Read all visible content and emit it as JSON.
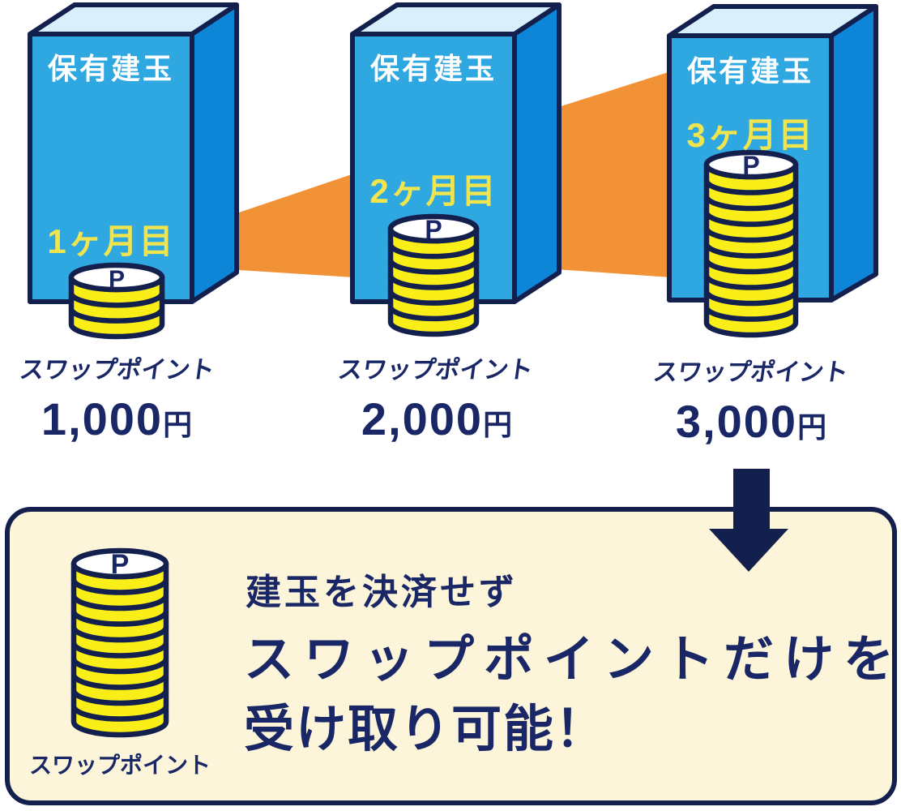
{
  "colors": {
    "background": "#ffffff",
    "outline_navy": "#13204e",
    "text_navy": "#1a2766",
    "box_front_blue": "#2fa7e0",
    "box_side_blue": "#0e86d8",
    "box_top_blue": "#d9effb",
    "ramp_orange": "#f29237",
    "coin_yellow": "#faee19",
    "coin_top_white": "#ffffff",
    "month_yellow": "#f0e54e",
    "panel_cream": "#fdf5d9"
  },
  "coin_letter": "P",
  "columns": [
    {
      "box_title": "保有建玉",
      "month": "1ヶ月目",
      "points_label": "スワップポイント",
      "amount": "1,000",
      "currency": "円",
      "coins": 3
    },
    {
      "box_title": "保有建玉",
      "month": "2ヶ月目",
      "points_label": "スワップポイント",
      "amount": "2,000",
      "currency": "円",
      "coins": 6
    },
    {
      "box_title": "保有建玉",
      "month": "3ヶ月目",
      "points_label": "スワップポイント",
      "amount": "3,000",
      "currency": "円",
      "coins": 10
    }
  ],
  "callout": {
    "stack_label": "スワップポイント",
    "coins": 10,
    "line1": "建玉を決済せず",
    "line2": "スワップポイントだけを",
    "line3": "受け取り可能！"
  }
}
